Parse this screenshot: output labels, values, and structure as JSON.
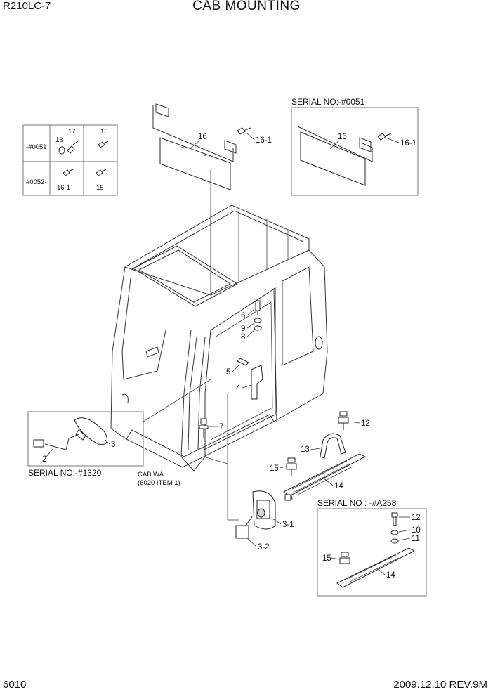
{
  "header": {
    "model": "R210LC-7",
    "title": "CAB MOUNTING"
  },
  "footer": {
    "page": "6010",
    "date_rev": "2009.12.10  REV.9M"
  },
  "serial_labels": {
    "sunvisor": "SERIAL NO:-#0051",
    "mirror": "SERIAL NO:-#1320",
    "step": "SERIAL NO : -#A258"
  },
  "cab_note": {
    "line1": "CAB WA",
    "line2": "(6020 ITEM 1)"
  },
  "serial_table": {
    "row1": "-#0051",
    "row2": "#0052-",
    "cells": [
      "18",
      "17",
      "15",
      "16-1",
      "15"
    ]
  },
  "callouts": {
    "sunvisor": [
      "16",
      "16-1"
    ],
    "sunvisor_old": [
      "16",
      "16-1"
    ],
    "handle": [
      "6",
      "9",
      "8",
      "5",
      "4"
    ],
    "mirror": [
      "3",
      "2"
    ],
    "bolt_7": "7",
    "rear_mirror": [
      "3-1",
      "3-2"
    ],
    "step": [
      "12",
      "13",
      "15",
      "14"
    ],
    "step_old": [
      "12",
      "10",
      "11",
      "15",
      "14"
    ]
  }
}
